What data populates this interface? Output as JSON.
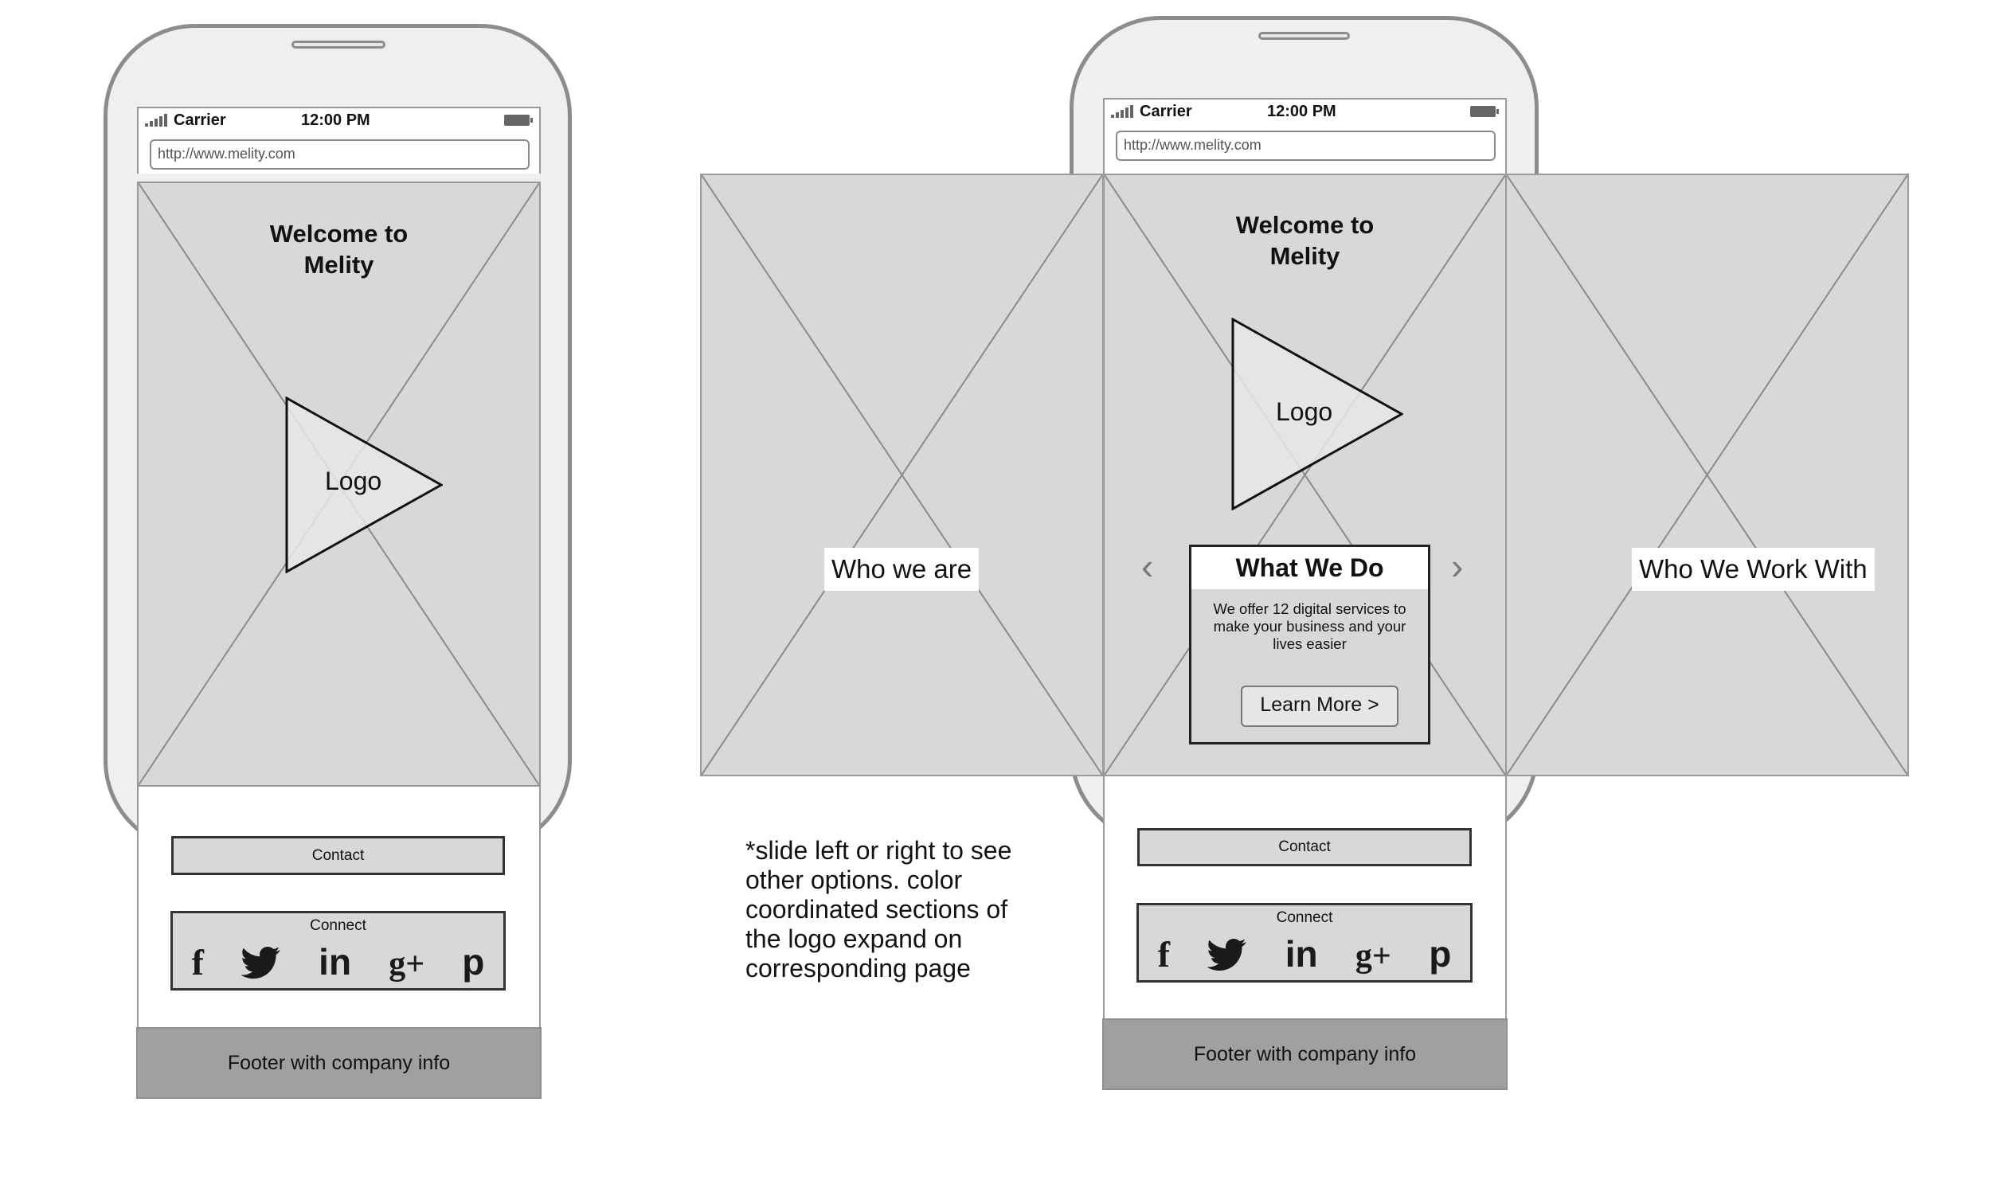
{
  "status_bar": {
    "carrier": "Carrier",
    "time": "12:00 PM"
  },
  "browser": {
    "url": "http://www.melity.com"
  },
  "hero": {
    "title_line1": "Welcome to",
    "title_line2": "Melity",
    "logo_label": "Logo"
  },
  "contact": {
    "label": "Contact"
  },
  "connect": {
    "label": "Connect",
    "icons": [
      "facebook-icon",
      "twitter-icon",
      "linkedin-icon",
      "google-plus-icon",
      "pinterest-icon"
    ],
    "glyphs": {
      "facebook": "f",
      "linkedin": "in",
      "google_plus": "g+",
      "pinterest": "p"
    }
  },
  "footer": {
    "label": "Footer with company info"
  },
  "carousel": {
    "left_panel_label": "Who we are",
    "right_panel_label": "Who We Work With",
    "card": {
      "title": "What We Do",
      "body": "We offer 12 digital services to make your business and your lives easier",
      "button": "Learn More >"
    },
    "prev_glyph": "‹",
    "next_glyph": "›"
  },
  "note": {
    "lines": [
      "*slide left or right to see",
      "other options. color",
      "coordinated sections of",
      "the logo expand on",
      "corresponding page"
    ]
  },
  "colors": {
    "placeholder_fill": "#d8d8d8",
    "phone_body": "#efefef",
    "footer_fill": "#a0a0a0",
    "outline": "#8c8c8c"
  }
}
